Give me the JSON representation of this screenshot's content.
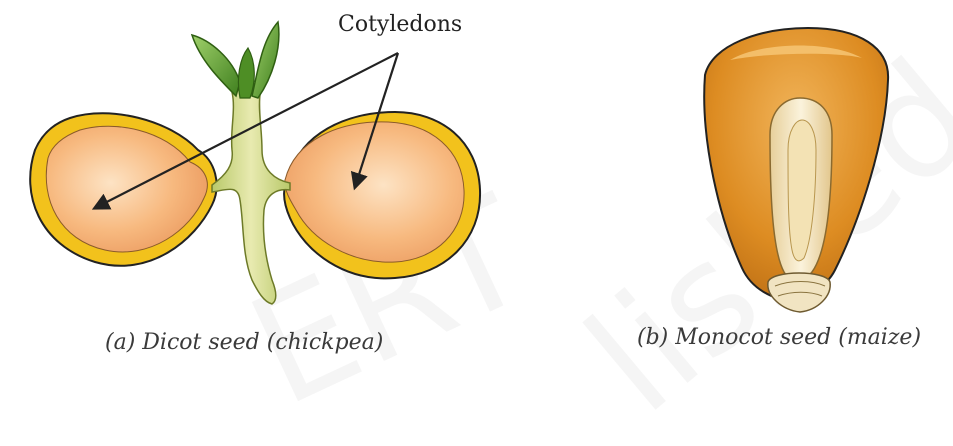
{
  "labels": {
    "cotyledons": "Cotyledons"
  },
  "captions": {
    "dicot": "(a) Dicot seed (chickpea)",
    "monocot": "(b) Monocot seed (maize)"
  },
  "watermark": {
    "left": "ERT",
    "right": "lished"
  },
  "colors": {
    "cotyledon_fill": "#f6b276",
    "seed_coat": "#f2c21c",
    "shoot_green": "#5c9e2e",
    "stem": "#cfd98a",
    "maize_kernel": "#e1952a",
    "maize_endosperm": "#f5e8c4",
    "outline": "#222222"
  }
}
